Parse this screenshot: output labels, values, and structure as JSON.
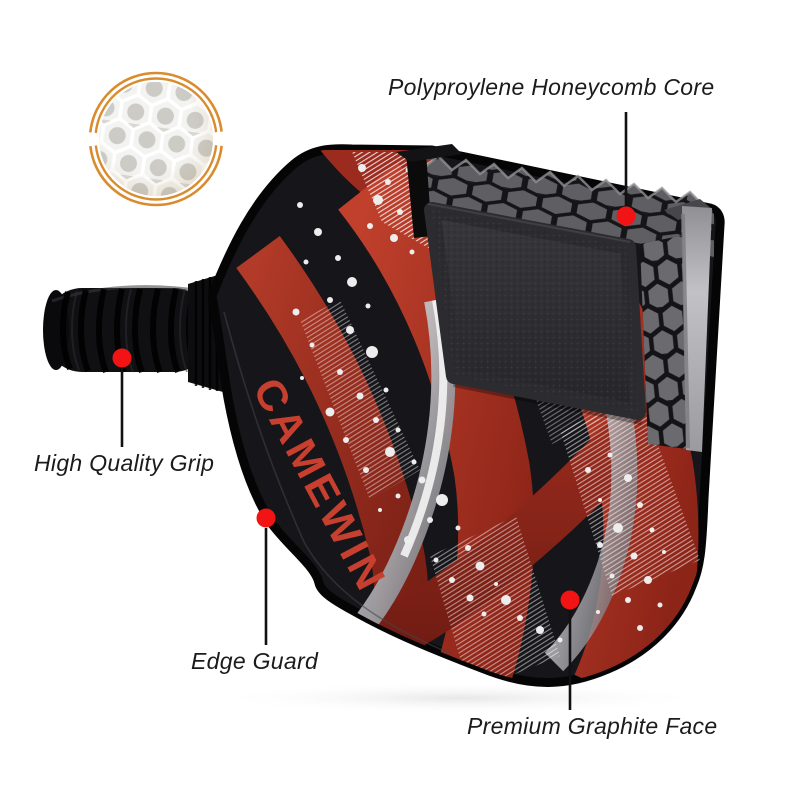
{
  "brand": {
    "name": "CAMEWIN"
  },
  "callouts": {
    "core": {
      "label": "Polyproylene Honeycomb Core"
    },
    "grip": {
      "label": "High Quality Grip"
    },
    "edge": {
      "label": "Edge Guard"
    },
    "face": {
      "label": "Premium Graphite Face"
    }
  },
  "colors": {
    "marker_red": "#f21414",
    "brand_red": "#c7402f",
    "ring_orange": "#d98c2e",
    "label_text": "#1b1b1b"
  }
}
